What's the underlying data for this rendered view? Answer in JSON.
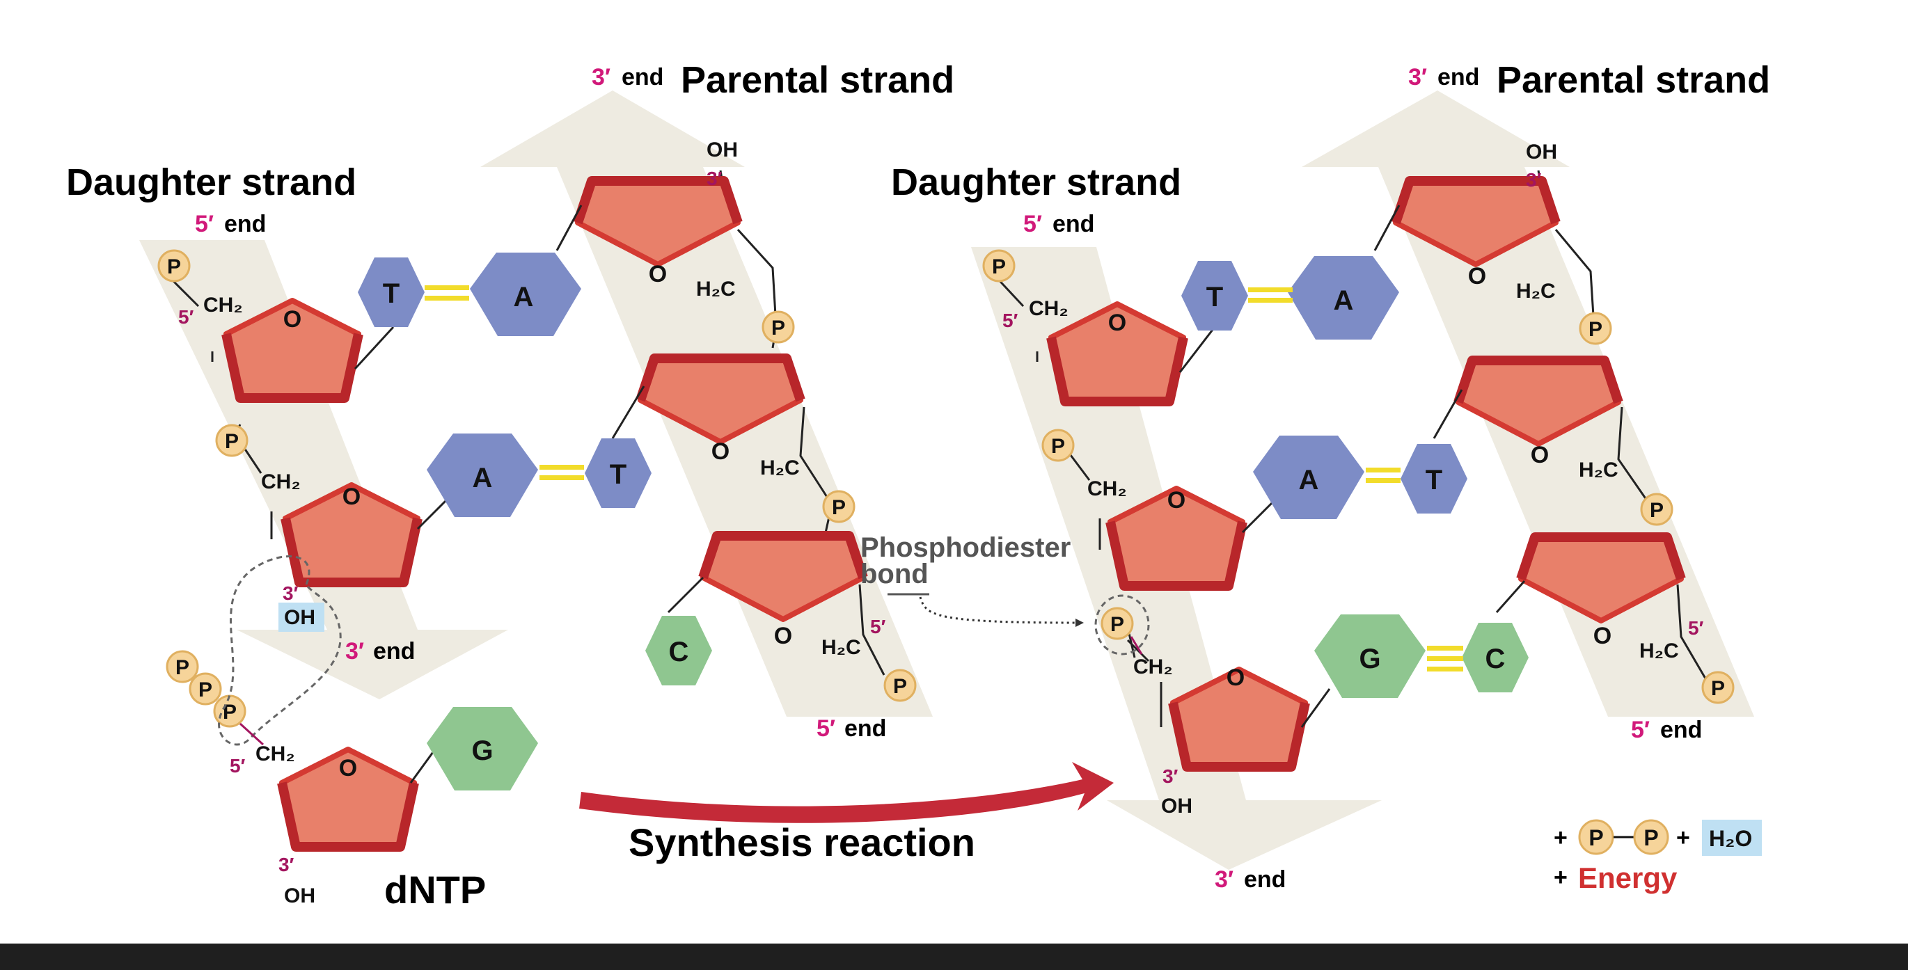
{
  "left_panel": {
    "daughter_title": "Daughter strand",
    "parental_title": "Parental strand",
    "parental_3prime": "3′",
    "daughter_5prime": "5′",
    "daughter_3prime": "3′",
    "parental_5prime": "5′",
    "end_word": "end",
    "dntp_label": "dNTP"
  },
  "middle": {
    "arrow_label": "Synthesis reaction",
    "bond_label_line1": "Phosphodiester",
    "bond_label_line2": "bond"
  },
  "right_panel": {
    "daughter_title": "Daughter strand",
    "parental_title": "Parental strand",
    "parental_3prime": "3′",
    "daughter_5prime": "5′",
    "daughter_3prime": "3′",
    "parental_5prime": "5′",
    "end_word": "end"
  },
  "products": {
    "plus": "+",
    "p": "P",
    "water": "H₂O",
    "energy": "Energy"
  },
  "chem": {
    "phosphate": "P",
    "ring_oxygen": "O",
    "hydroxyl": "OH",
    "ch2": "CH₂",
    "h2c": "H₂C",
    "five_prime": "5′",
    "three_prime": "3′"
  },
  "bases": {
    "t": "T",
    "a": "A",
    "c": "C",
    "g": "G"
  },
  "colors": {
    "sugar_fill": "#e8806a",
    "sugar_edge": "#d43a32",
    "base_blue": "#7d8cc6",
    "base_green": "#8fc690",
    "phosphate_fill": "#f6d49a",
    "strand_band": "#eeebe1",
    "prime_magenta": "#d1197a",
    "synthesis_arrow": "#c42a38",
    "bond_yellow": "#f2dc2a",
    "water_box": "#bfe0f3",
    "energy_red": "#d03030"
  }
}
